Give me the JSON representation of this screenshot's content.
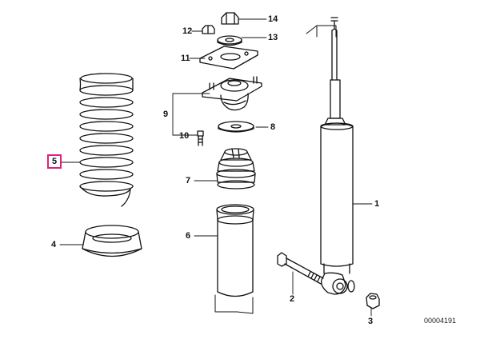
{
  "diagram": {
    "parts": [
      {
        "id": "part-1",
        "label": "1",
        "name": "shock-absorber"
      },
      {
        "id": "part-2",
        "label": "2",
        "name": "mounting-bolt"
      },
      {
        "id": "part-3",
        "label": "3",
        "name": "lock-nut"
      },
      {
        "id": "part-4",
        "label": "4",
        "name": "spring-pad"
      },
      {
        "id": "part-5",
        "label": "5",
        "name": "coil-spring",
        "highlighted": true
      },
      {
        "id": "part-6",
        "label": "6",
        "name": "protective-tube"
      },
      {
        "id": "part-7",
        "label": "7",
        "name": "bump-stop"
      },
      {
        "id": "part-8",
        "label": "8",
        "name": "washer"
      },
      {
        "id": "part-9",
        "label": "9",
        "name": "strut-mount"
      },
      {
        "id": "part-10",
        "label": "10",
        "name": "mount-bolt"
      },
      {
        "id": "part-11",
        "label": "11",
        "name": "gasket"
      },
      {
        "id": "part-12",
        "label": "12",
        "name": "nut"
      },
      {
        "id": "part-13",
        "label": "13",
        "name": "support-plate"
      },
      {
        "id": "part-14",
        "label": "14",
        "name": "cap-nut"
      }
    ],
    "doc_number": "00004191",
    "highlight_color": "#e0207a"
  }
}
